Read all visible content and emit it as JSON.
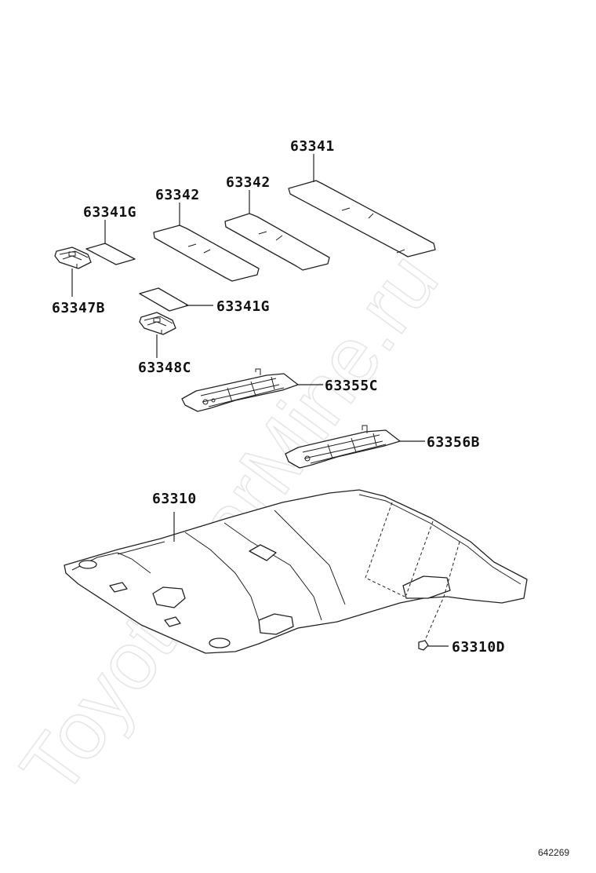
{
  "watermark": "ToyotaCarMine.ru",
  "figure_number": "642269",
  "callouts": {
    "c63341": "63341",
    "c63342a": "63342",
    "c63342b": "63342",
    "c63341g_top": "63341G",
    "c63347b": "63347B",
    "c63341g_mid": "63341G",
    "c63348c": "63348C",
    "c63355c": "63355C",
    "c63356b": "63356B",
    "c63310": "63310",
    "c63310d": "63310D"
  }
}
